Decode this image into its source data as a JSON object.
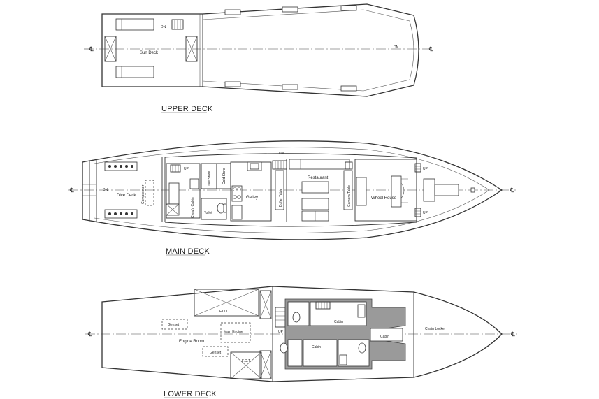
{
  "decks": {
    "upper": {
      "title": "UPPER DECK",
      "rooms": {
        "sun_deck": "Sun Deck"
      },
      "marks": {
        "dn_stairs": "DN",
        "dn_bow": "DN"
      }
    },
    "main": {
      "title": "MAIN DECK",
      "rooms": {
        "dive_deck": "Dive Deck",
        "compressor": "Compressor",
        "crews_cabin": "Crew's Cabin",
        "dive_store": "Dive Store",
        "cold_store": "Cold Store",
        "toilet": "Toilet",
        "galley": "Galley",
        "buffet_table": "Buffet Table",
        "restaurant": "Restaurant",
        "camera_table": "Camera Table",
        "wheel_house": "Wheel House"
      },
      "marks": {
        "dn_aft": "DN",
        "up_crew": "UP",
        "dn_rest": "DN",
        "up_port": "UP",
        "up_stbd": "UP"
      }
    },
    "lower": {
      "title": "LOWER DECK",
      "rooms": {
        "fot_top": "F.O.T",
        "fot_bottom": "F.O.T",
        "genset_1": "Genset",
        "genset_2": "Genset",
        "engine_room": "Engine Room",
        "main_engine": "Main Engine",
        "cabin_1": "Cabin",
        "cabin_2": "Cabin",
        "cabin_3": "Cabin",
        "chain_locker": "Chain Locker"
      },
      "marks": {
        "up": "UP"
      }
    }
  },
  "centerline_symbol": "℄"
}
